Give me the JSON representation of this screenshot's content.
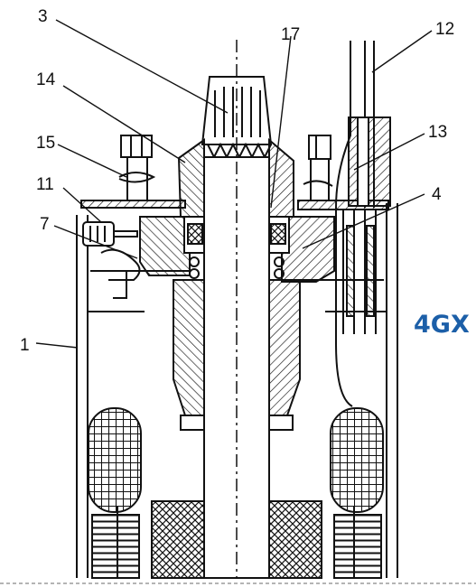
{
  "diagram": {
    "callouts": [
      {
        "id": "3",
        "label": "3"
      },
      {
        "id": "17",
        "label": "17"
      },
      {
        "id": "12",
        "label": "12"
      },
      {
        "id": "14",
        "label": "14"
      },
      {
        "id": "13",
        "label": "13"
      },
      {
        "id": "15",
        "label": "15"
      },
      {
        "id": "11",
        "label": "11"
      },
      {
        "id": "4",
        "label": "4"
      },
      {
        "id": "7",
        "label": "7"
      },
      {
        "id": "1",
        "label": "1"
      }
    ],
    "model_label": "4GX",
    "colors": {
      "ink": "#111111",
      "model_label": "#1c5fa8",
      "background": "#ffffff"
    }
  }
}
